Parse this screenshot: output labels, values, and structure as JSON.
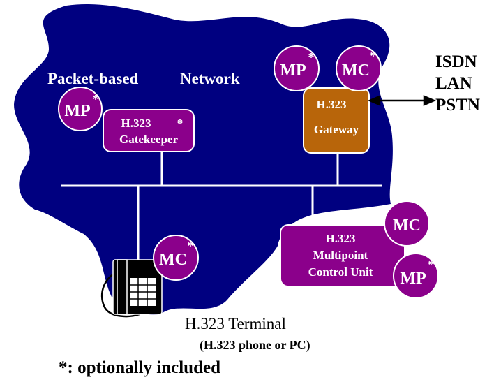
{
  "network": {
    "label_left": "Packet-based",
    "label_right": "Network"
  },
  "external": {
    "isdn": "ISDN",
    "lan": "LAN",
    "pstn": "PSTN"
  },
  "gatekeeper": {
    "line1": "H.323",
    "star": "*",
    "line2": "Gatekeeper"
  },
  "gateway": {
    "line1": "H.323",
    "line2": "Gateway"
  },
  "mcu": {
    "line1": "H.323",
    "line2": "Multipoint",
    "line3": "Control Unit"
  },
  "badges": {
    "mp": "MP",
    "mc": "MC",
    "star": "*"
  },
  "terminal": {
    "label": "H.323 Terminal",
    "sublabel": "(H.323 phone or PC)"
  },
  "footnote": "*: optionally included",
  "colors": {
    "network": "#000080",
    "node": "#8b008b",
    "gateway": "#b8650a",
    "text_light": "#ffffff",
    "text_dark": "#000000"
  },
  "icons": {
    "terminal": "telephone-icon"
  }
}
